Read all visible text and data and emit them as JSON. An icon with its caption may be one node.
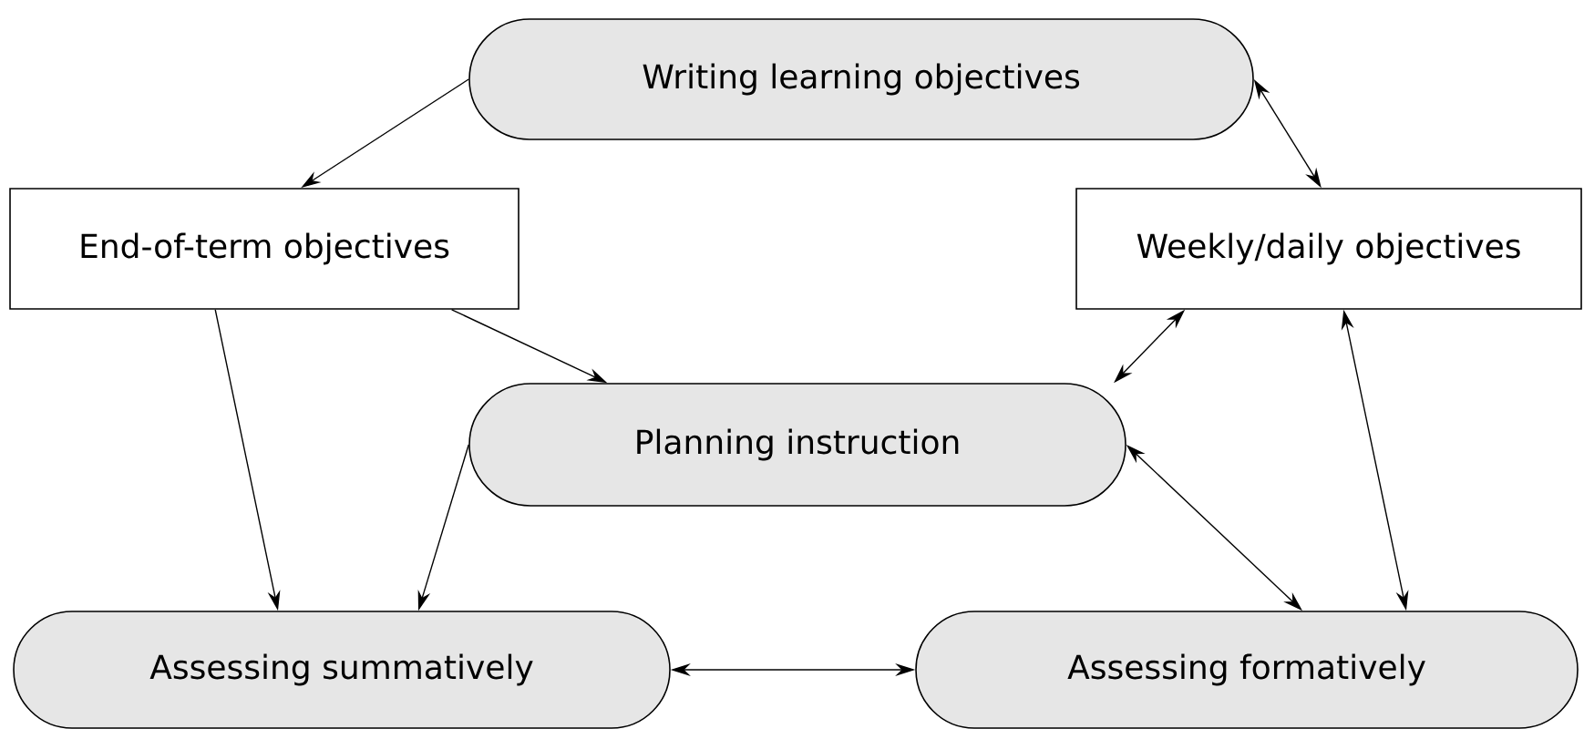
{
  "diagram": {
    "nodes": [
      {
        "text": [
          "Writing learning objectives"
        ]
      },
      {
        "text": [
          "End-of-term objectives"
        ]
      },
      {
        "text": [
          "Weekly/daily objectives"
        ]
      },
      {
        "text": [
          "Planning instruction"
        ]
      },
      {
        "text": [
          "Assessing summatively"
        ]
      },
      {
        "text": [
          "Assessing formatively"
        ]
      }
    ],
    "edges": [
      {
        "from": 0,
        "to": 1,
        "arrow": "to"
      },
      {
        "from": 0,
        "to": 2,
        "arrow": "both"
      },
      {
        "from": 1,
        "to": 3,
        "arrow": "to"
      },
      {
        "from": 1,
        "to": 4,
        "arrow": "to"
      },
      {
        "from": 3,
        "to": 2,
        "arrow": "both"
      },
      {
        "from": 3,
        "to": 4,
        "arrow": "to"
      },
      {
        "from": 3,
        "to": 5,
        "arrow": "both"
      },
      {
        "from": 2,
        "to": 5,
        "arrow": "both"
      },
      {
        "from": 4,
        "to": 5,
        "arrow": "both"
      }
    ]
  }
}
